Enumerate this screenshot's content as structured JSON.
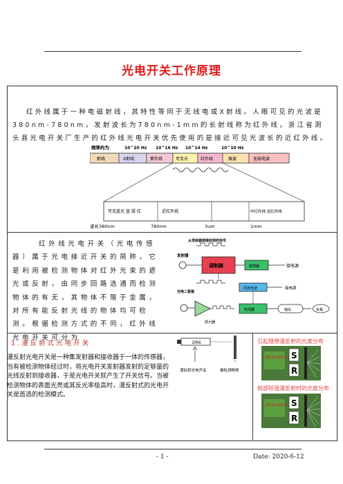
{
  "title": "光电开关工作原理",
  "intro": "红外线属于一种电磁射线，其特性等同于无线电或X射线。人眼可见的光波是380nm-780nm，发射波长为780nm-1mm的长射线称为红外线，浙江省洞头县光电开关厂生产的红外线光电开关优先使用的是接近可见光波长的近红外线。",
  "spectrum": {
    "freq_label": "频率约为",
    "freqs": [
      "10^20 Hz",
      "10^16 Hz",
      "10^14 Hz",
      "10^10 Hz"
    ],
    "bands": [
      "射线",
      "X射线",
      "紫外线",
      "可见光",
      "红外线",
      "微波",
      "无线电波"
    ],
    "sub_bands": [
      "可见蓝光 蓝 绿 红",
      "近红外线",
      "中红外线 远红外线"
    ],
    "wave_label": "波长380nm",
    "wave_ticks": [
      "780nm",
      "3um",
      "1mm"
    ]
  },
  "ir_switch_text": "红外线光电开关（光电传感器）属于光电接近开关的简称，它是利用被检测物体对红外光束的遮光或反射，由同步回路选通而检测物体的有无，其物体不限于金属，对所有能反射光线的物体均可检测。根据检测方式的不同，红外线光电开关可分为",
  "block_diagram": {
    "top_label": "从发射器到接收到的信号",
    "emitter": "发射器",
    "modulator": "调制器",
    "oscillator": "振荡器",
    "connect_power": "接电源",
    "receiver": "光电二极管",
    "sync": "同步检波",
    "output_stage": "检测器",
    "output": "输出",
    "load": "负载",
    "amplifier": "放大器",
    "connect_load": "接电源"
  },
  "section1": {
    "heading": "1.漫反射式光电开关",
    "text": "漫反射光电开关是一种集发射器和接收器于一体的传感器，当有被检测物体经过时，将光电开关发射器发射的足够量的光线反射到接收器，于是光电开关就产生了开关信号。当被检测物体的表面光亮或其反光率极高时，漫反射式的光电开关是首选的检测模式。",
    "device_label": "漫反射光电开关",
    "object_label": "被检测物体",
    "sensor_tag": "DR6",
    "caption1": "引起理想漫反射的光度分布",
    "caption2": "局部较强漫反射时的光度分布",
    "s_label": "S",
    "r_label": "R",
    "panel_label": "漫反射光电开关"
  },
  "footer": {
    "page": "- 1 -",
    "date": "Date: 2020-6-12"
  }
}
